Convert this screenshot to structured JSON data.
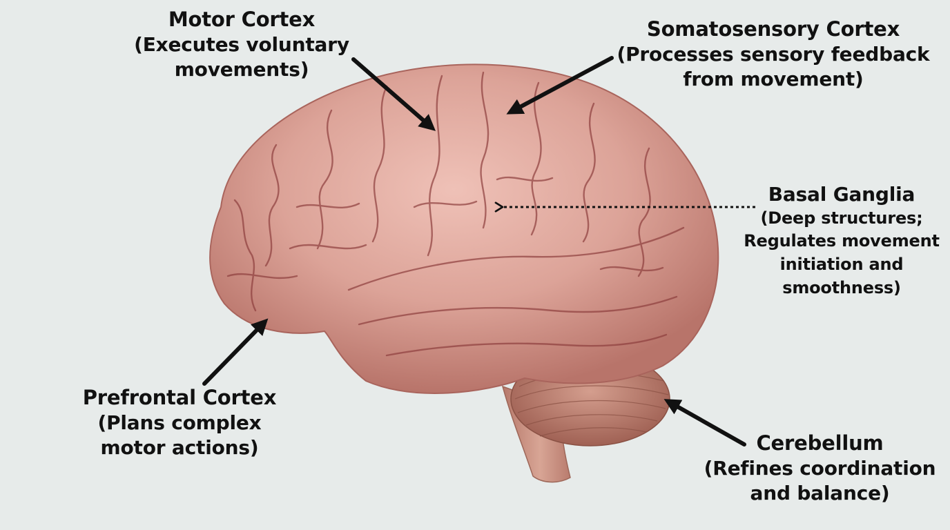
{
  "labels": {
    "motor": {
      "title": "Motor Cortex",
      "lines": [
        "(Executes voluntary",
        "movements)"
      ]
    },
    "somatosensory": {
      "title": "Somatosensory Cortex",
      "lines": [
        "(Processes sensory feedback",
        "from movement)"
      ]
    },
    "basal": {
      "title": "Basal Ganglia",
      "lines": [
        "(Deep structures;",
        "Regulates movement",
        "initiation and",
        "smoothness)"
      ]
    },
    "prefrontal": {
      "title": "Prefrontal Cortex",
      "lines": [
        "(Plans complex",
        "motor actions)"
      ]
    },
    "cerebellum": {
      "title": "Cerebellum",
      "lines": [
        "(Refines coordination",
        "and balance)"
      ]
    }
  },
  "colors": {
    "background": "#e7ebea",
    "brain": "#d9a095",
    "brain_shadow": "#b86f68",
    "sulci": "#8e3f3e",
    "cerebellum": "#b97c6c",
    "brainstem": "#c98f7f",
    "arrow": "#111111"
  }
}
